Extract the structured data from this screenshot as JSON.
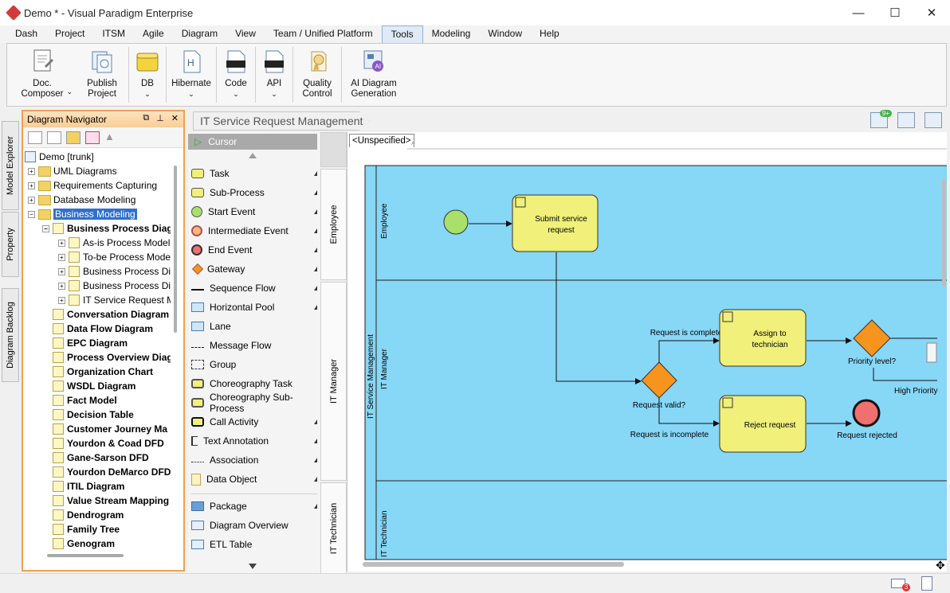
{
  "window": {
    "title": "Demo * - Visual Paradigm Enterprise",
    "minimize": "—",
    "maximize": "☐",
    "close": "✕"
  },
  "menu": [
    "Dash",
    "Project",
    "ITSM",
    "Agile",
    "Diagram",
    "View",
    "Team / Unified Platform",
    "Tools",
    "Modeling",
    "Window",
    "Help"
  ],
  "menu_active": "Tools",
  "ribbon": {
    "doc_composer": "Doc.\nComposer",
    "publish_project": "Publish\nProject",
    "db": "DB",
    "hibernate": "Hibernate",
    "code": "Code",
    "api": "API",
    "quality_control": "Quality\nControl",
    "ai_diagram": "AI Diagram\nGeneration"
  },
  "sidetabs": [
    "Model Explorer",
    "Property",
    "Diagram Backlog"
  ],
  "navigator": {
    "title": "Diagram Navigator",
    "tree": [
      {
        "label": "Demo [trunk]",
        "level": 0,
        "type": "root",
        "exp": ""
      },
      {
        "label": "UML Diagrams",
        "level": 1,
        "type": "folder",
        "exp": "+"
      },
      {
        "label": "Requirements Capturing",
        "level": 1,
        "type": "folder",
        "exp": "+"
      },
      {
        "label": "Database Modeling",
        "level": 1,
        "type": "folder",
        "exp": "+"
      },
      {
        "label": "Business Modeling",
        "level": 1,
        "type": "folder",
        "exp": "−",
        "selected": true
      },
      {
        "label": "Business Process Diag",
        "level": 2,
        "type": "diagram",
        "exp": "−",
        "bold": true
      },
      {
        "label": "As-is Process Model",
        "level": 3,
        "type": "diagram",
        "exp": "+"
      },
      {
        "label": "To-be Process Model",
        "level": 3,
        "type": "diagram",
        "exp": "+"
      },
      {
        "label": "Business Process Diag",
        "level": 3,
        "type": "diagram",
        "exp": "+"
      },
      {
        "label": "Business Process Diag",
        "level": 3,
        "type": "diagram",
        "exp": "+"
      },
      {
        "label": "IT Service Request Ma",
        "level": 3,
        "type": "diagram",
        "exp": "+"
      },
      {
        "label": "Conversation Diagram",
        "level": 2,
        "type": "diagram",
        "exp": "",
        "bold": true
      },
      {
        "label": "Data Flow Diagram",
        "level": 2,
        "type": "diagram",
        "exp": "",
        "bold": true
      },
      {
        "label": "EPC Diagram",
        "level": 2,
        "type": "diagram",
        "exp": "",
        "bold": true
      },
      {
        "label": "Process Overview Diag",
        "level": 2,
        "type": "diagram",
        "exp": "",
        "bold": true
      },
      {
        "label": "Organization Chart",
        "level": 2,
        "type": "diagram",
        "exp": "",
        "bold": true
      },
      {
        "label": "WSDL Diagram",
        "level": 2,
        "type": "diagram",
        "exp": "",
        "bold": true
      },
      {
        "label": "Fact Model",
        "level": 2,
        "type": "diagram",
        "exp": "",
        "bold": true
      },
      {
        "label": "Decision Table",
        "level": 2,
        "type": "diagram",
        "exp": "",
        "bold": true
      },
      {
        "label": "Customer Journey Ma",
        "level": 2,
        "type": "diagram",
        "exp": "",
        "bold": true
      },
      {
        "label": "Yourdon & Coad DFD",
        "level": 2,
        "type": "diagram",
        "exp": "",
        "bold": true
      },
      {
        "label": "Gane-Sarson DFD",
        "level": 2,
        "type": "diagram",
        "exp": "",
        "bold": true
      },
      {
        "label": "Yourdon DeMarco DFD",
        "level": 2,
        "type": "diagram",
        "exp": "",
        "bold": true
      },
      {
        "label": "ITIL Diagram",
        "level": 2,
        "type": "diagram",
        "exp": "",
        "bold": true
      },
      {
        "label": "Value Stream Mapping",
        "level": 2,
        "type": "diagram",
        "exp": "",
        "bold": true
      },
      {
        "label": "Dendrogram",
        "level": 2,
        "type": "diagram",
        "exp": "",
        "bold": true
      },
      {
        "label": "Family Tree",
        "level": 2,
        "type": "diagram",
        "exp": "",
        "bold": true
      },
      {
        "label": "Genogram",
        "level": 2,
        "type": "diagram",
        "exp": "",
        "bold": true
      }
    ]
  },
  "breadcrumb": "IT Service Request Management",
  "notification_count": "9+",
  "palette": {
    "cursor": "Cursor",
    "items": [
      {
        "label": "Task",
        "icon": "task-icon",
        "more": true
      },
      {
        "label": "Sub-Process",
        "icon": "sub-process-icon",
        "more": true
      },
      {
        "label": "Start Event",
        "icon": "start-event-icon",
        "more": true
      },
      {
        "label": "Intermediate Event",
        "icon": "intermediate-event-icon",
        "more": true
      },
      {
        "label": "End Event",
        "icon": "end-event-icon",
        "more": true
      },
      {
        "label": "Gateway",
        "icon": "gateway-icon",
        "more": true
      },
      {
        "label": "Sequence Flow",
        "icon": "sequence-flow-icon",
        "more": true
      },
      {
        "label": "Horizontal Pool",
        "icon": "horizontal-pool-icon",
        "more": true
      },
      {
        "label": "Lane",
        "icon": "lane-icon",
        "more": false
      },
      {
        "label": "Message Flow",
        "icon": "message-flow-icon",
        "more": false
      },
      {
        "label": "Group",
        "icon": "group-icon",
        "more": false
      },
      {
        "label": "Choreography Task",
        "icon": "choreography-task-icon",
        "more": false
      },
      {
        "label": "Choreography Sub-Process",
        "icon": "choreography-subprocess-icon",
        "more": false
      },
      {
        "label": "Call Activity",
        "icon": "call-activity-icon",
        "more": true
      },
      {
        "label": "Text Annotation",
        "icon": "text-annotation-icon",
        "more": true
      },
      {
        "label": "Association",
        "icon": "association-icon",
        "more": true
      },
      {
        "label": "Data Object",
        "icon": "data-object-icon",
        "more": true
      }
    ],
    "extra": [
      {
        "label": "Package",
        "icon": "package-icon",
        "more": true
      },
      {
        "label": "Diagram Overview",
        "icon": "diagram-overview-icon",
        "more": false
      },
      {
        "label": "ETL Table",
        "icon": "etl-table-icon",
        "more": false
      }
    ]
  },
  "lane_tabs": [
    "Employee",
    "IT Manager",
    "IT Technician"
  ],
  "canvas": {
    "unspecified": "<Unspecified>",
    "pool_label": "IT Service Management",
    "lanes": [
      "Employee",
      "IT Manager",
      "IT Technician"
    ],
    "tasks": {
      "submit": "Submit service\nrequest",
      "assign": "Assign to\ntechnician",
      "reject": "Reject request"
    },
    "gateways": {
      "valid": "Request valid?",
      "priority": "Priority level?"
    },
    "flows": {
      "complete": "Request is complete",
      "incomplete": "Request is incomplete",
      "high_priority": "High Priority"
    },
    "end_event": "Request rejected"
  },
  "colors": {
    "pool_fill": "#87d7f7",
    "task_fill": "#f0f07a",
    "gateway_fill": "#f7941d",
    "start_fill": "#a8e06a",
    "end_fill": "#f07070",
    "nav_border": "#f0a050"
  },
  "status": {
    "mail_count": "3"
  }
}
